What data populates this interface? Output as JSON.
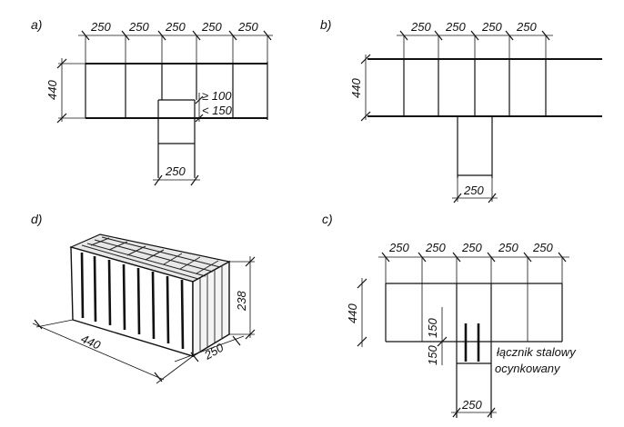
{
  "panels": {
    "a": {
      "label": "a)",
      "top_dims": [
        "250",
        "250",
        "250",
        "250",
        "250"
      ],
      "height_dim": "440",
      "offset_min": "≥ 100",
      "offset_max": "< 150",
      "bottom_dim": "250"
    },
    "b": {
      "label": "b)",
      "top_dims": [
        "250",
        "250",
        "250",
        "250"
      ],
      "height_dim": "440",
      "bottom_dim": "250"
    },
    "c": {
      "label": "c)",
      "top_dims": [
        "250",
        "250",
        "250",
        "250",
        "250"
      ],
      "height_dim": "440",
      "side_dim_1": "150",
      "side_dim_2": "150",
      "bottom_dim": "250",
      "connector_line1": "łącznik stalowy",
      "connector_line2": "ocynkowany"
    },
    "d": {
      "label": "d)",
      "length_dim": "440",
      "width_dim": "250",
      "height_dim": "238"
    }
  }
}
